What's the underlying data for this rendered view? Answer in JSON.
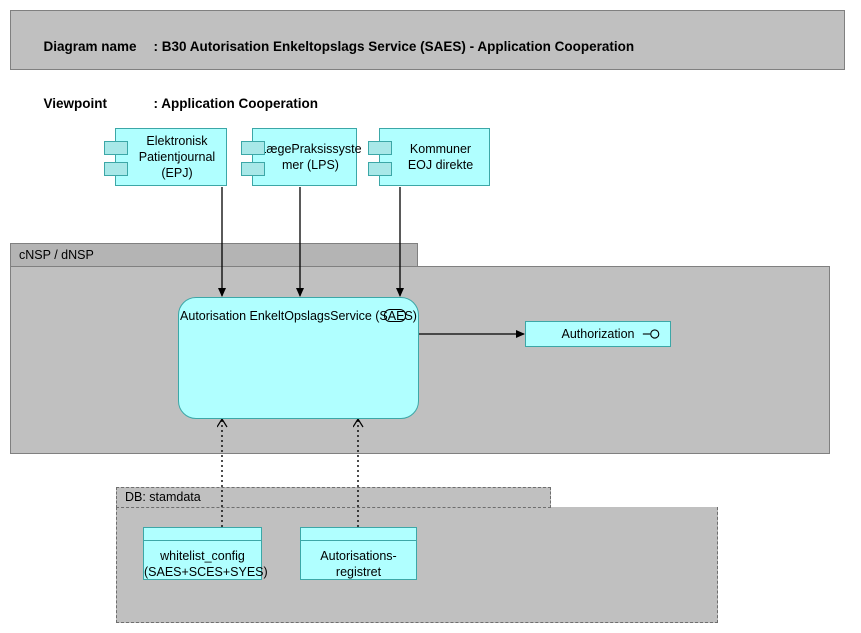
{
  "header": {
    "diagram_name_label": "Diagram name",
    "diagram_name_sep": ": B30 Autorisation Enkeltopslags Service (SAES) - Application Cooperation",
    "viewpoint_label": "Viewpoint",
    "viewpoint_sep": ": Application Cooperation"
  },
  "colors": {
    "element_fill": "#B0FFFF",
    "element_border": "#3CA7A7",
    "group_body": "#C0C0C0",
    "group_header": "#B4B4B4",
    "group_border": "#808080",
    "title_fill": "#C0C0C0",
    "connector": "#000000"
  },
  "components": [
    {
      "id": "epj",
      "label": "Elektronisk Patientjournal (EPJ)",
      "type": "application-component"
    },
    {
      "id": "lps",
      "label": "LægePraksissyste mer (LPS)",
      "type": "application-component"
    },
    {
      "id": "kommuner",
      "label": "Kommuner EOJ direkte",
      "type": "application-component"
    }
  ],
  "groups": [
    {
      "id": "cnsp",
      "label": "cNSP / dNSP",
      "style": "solid"
    },
    {
      "id": "stamdata",
      "label": "DB: stamdata",
      "style": "dashed"
    }
  ],
  "service": {
    "label": "Autorisation EnkeltOpslagsService (SAES)",
    "type": "application-service",
    "icon": "rounded-rect-icon"
  },
  "interface": {
    "label": "Authorization",
    "type": "application-interface",
    "icon": "lollipop-icon"
  },
  "data_objects": [
    {
      "id": "whitelist",
      "label": "whitelist_config (SAES+SCES+SYES)",
      "type": "data-object"
    },
    {
      "id": "autorisationsregistret",
      "label": "Autorisations- registret",
      "type": "data-object"
    }
  ],
  "connections": [
    {
      "from": "epj",
      "to": "service",
      "style": "solid-arrow"
    },
    {
      "from": "lps",
      "to": "service",
      "style": "solid-arrow"
    },
    {
      "from": "kommuner",
      "to": "service",
      "style": "solid-arrow"
    },
    {
      "from": "service",
      "to": "interface",
      "style": "solid-arrow"
    },
    {
      "from": "whitelist",
      "to": "service",
      "style": "dotted-open-arrow"
    },
    {
      "from": "autorisationsregistret",
      "to": "service",
      "style": "dotted-open-arrow"
    }
  ]
}
